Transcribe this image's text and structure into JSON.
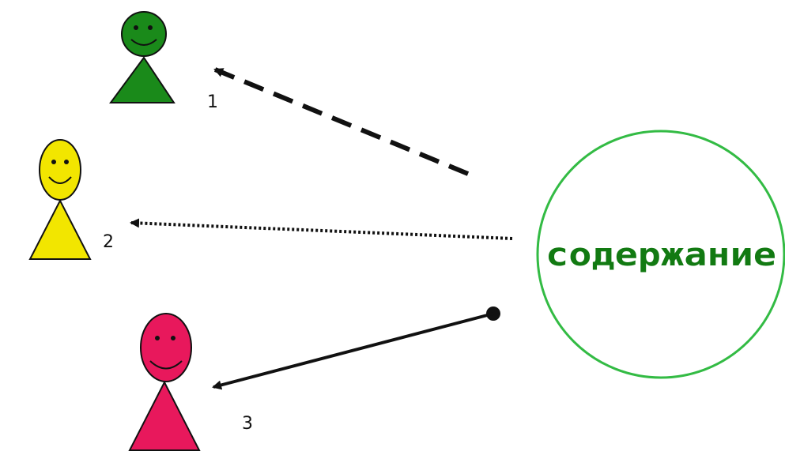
{
  "content_circle": {
    "label": "содержание"
  },
  "colors": {
    "person_1": "#1a8a1a",
    "person_2": "#f2e600",
    "person_3": "#e8185c",
    "circle_stroke": "#33bb44",
    "circle_label": "#127a12",
    "line": "#111111"
  },
  "people": [
    {
      "id": "1",
      "label": "1",
      "color_name": "green",
      "line_style": "dashed"
    },
    {
      "id": "2",
      "label": "2",
      "color_name": "yellow",
      "line_style": "dotted"
    },
    {
      "id": "3",
      "label": "3",
      "color_name": "pink",
      "line_style": "solid"
    }
  ]
}
